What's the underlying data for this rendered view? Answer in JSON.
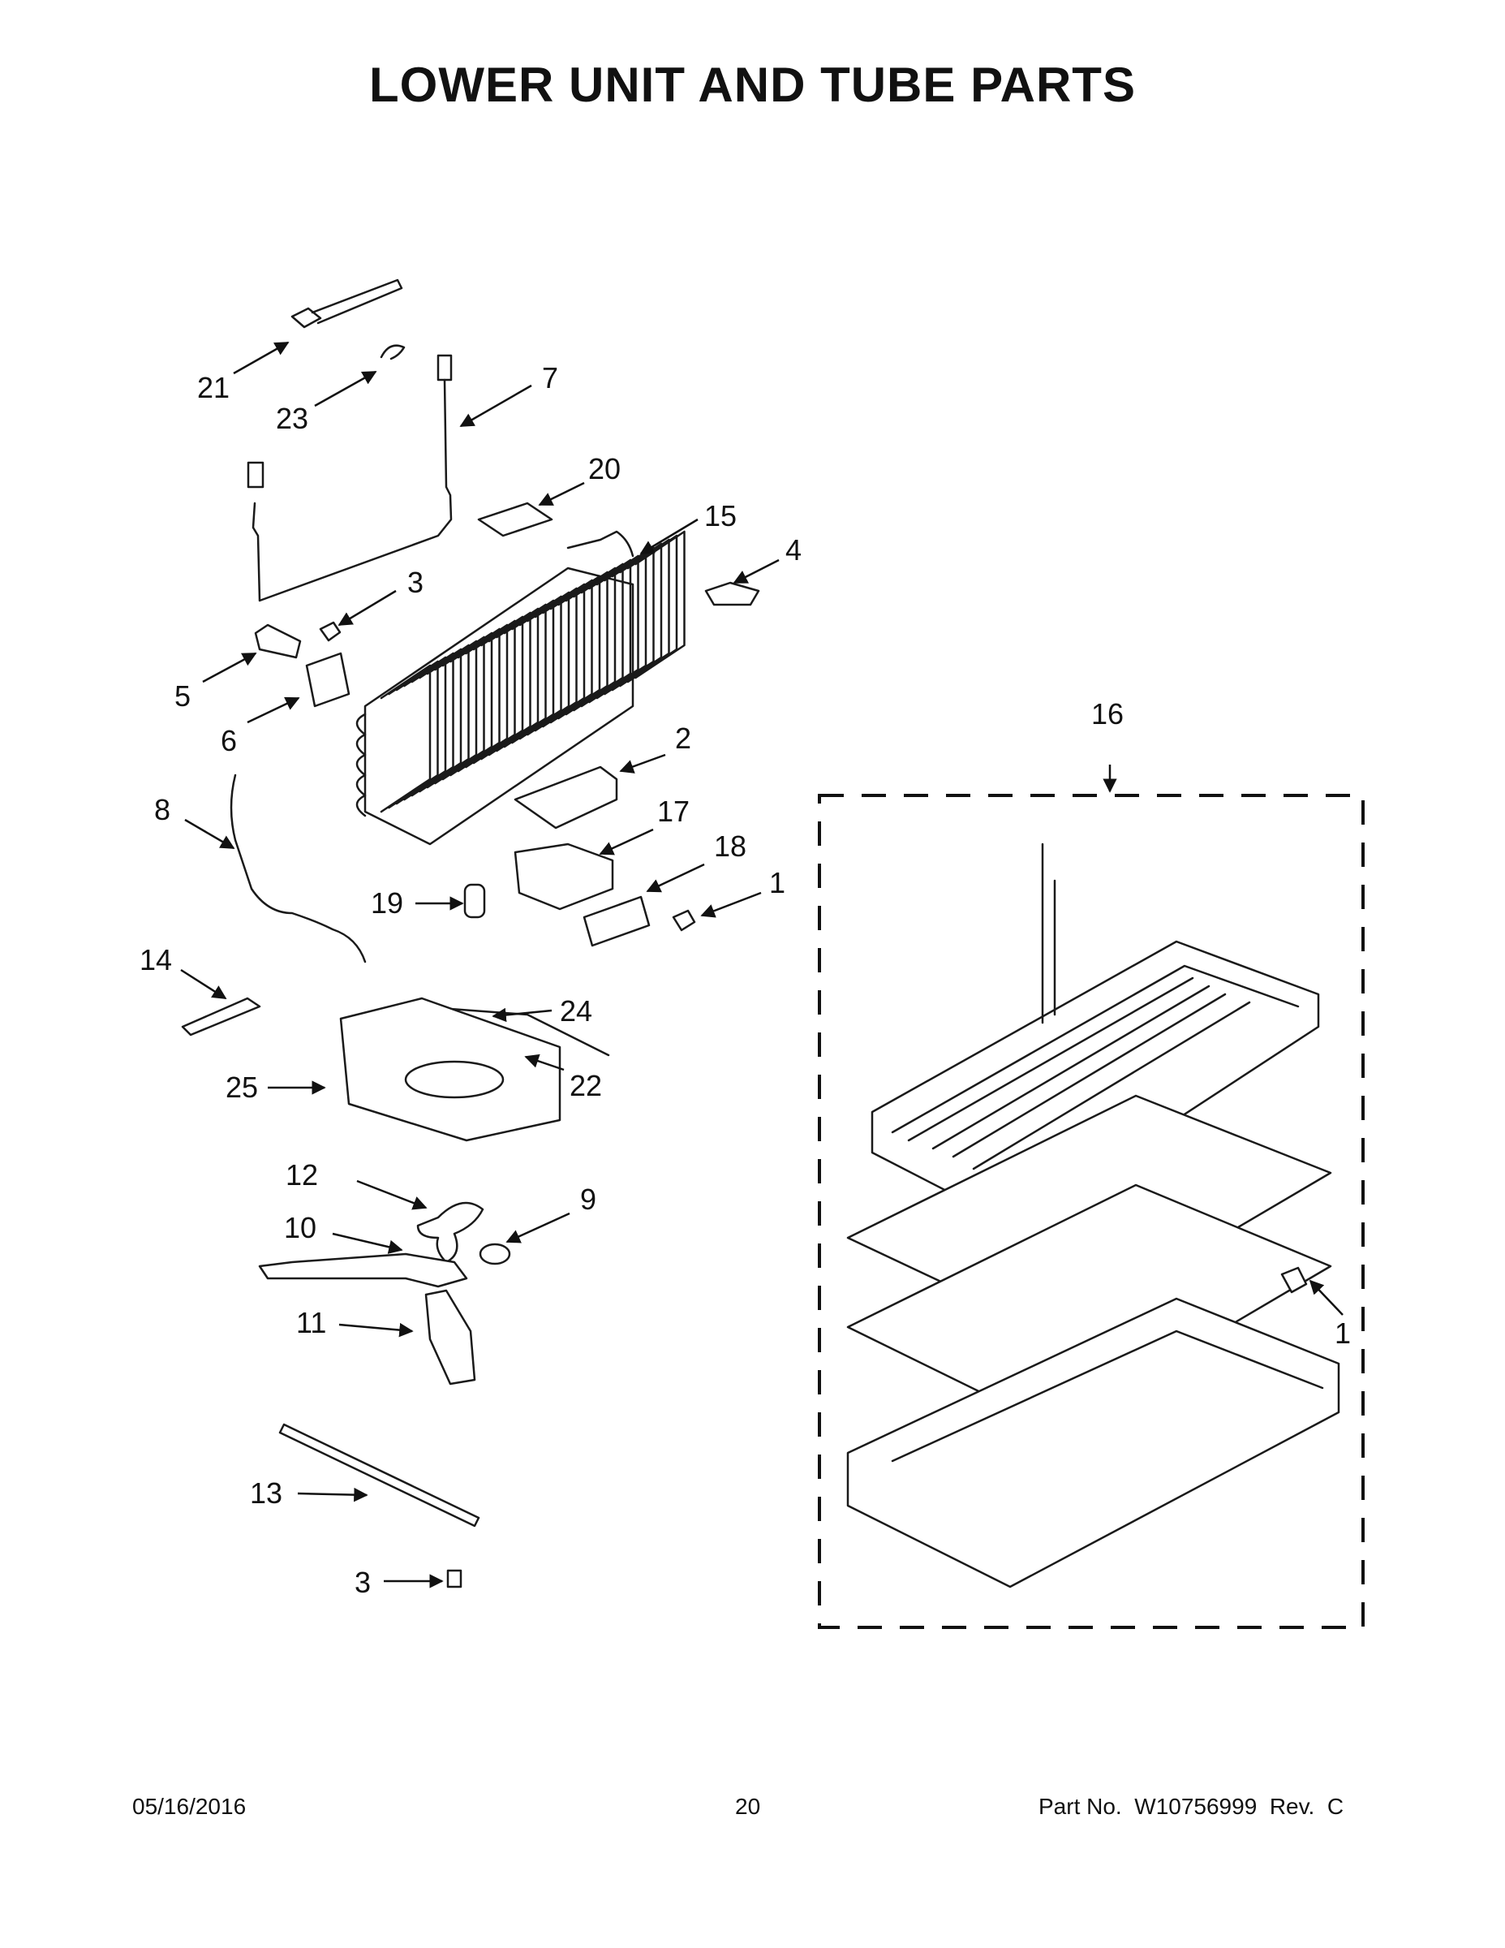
{
  "title": "LOWER UNIT AND TUBE PARTS",
  "callouts": {
    "c1a": "1",
    "c1b": "1",
    "c2": "2",
    "c3a": "3",
    "c3b": "3",
    "c4": "4",
    "c5": "5",
    "c6": "6",
    "c7": "7",
    "c8": "8",
    "c9": "9",
    "c10": "10",
    "c11": "11",
    "c12": "12",
    "c13": "13",
    "c14": "14",
    "c15": "15",
    "c16": "16",
    "c17": "17",
    "c18": "18",
    "c19": "19",
    "c20": "20",
    "c21": "21",
    "c22": "22",
    "c23": "23",
    "c24": "24",
    "c25": "25"
  },
  "footer": {
    "date": "05/16/2016",
    "page": "20",
    "part_no": "Part No.  W10756999  Rev.  C"
  }
}
